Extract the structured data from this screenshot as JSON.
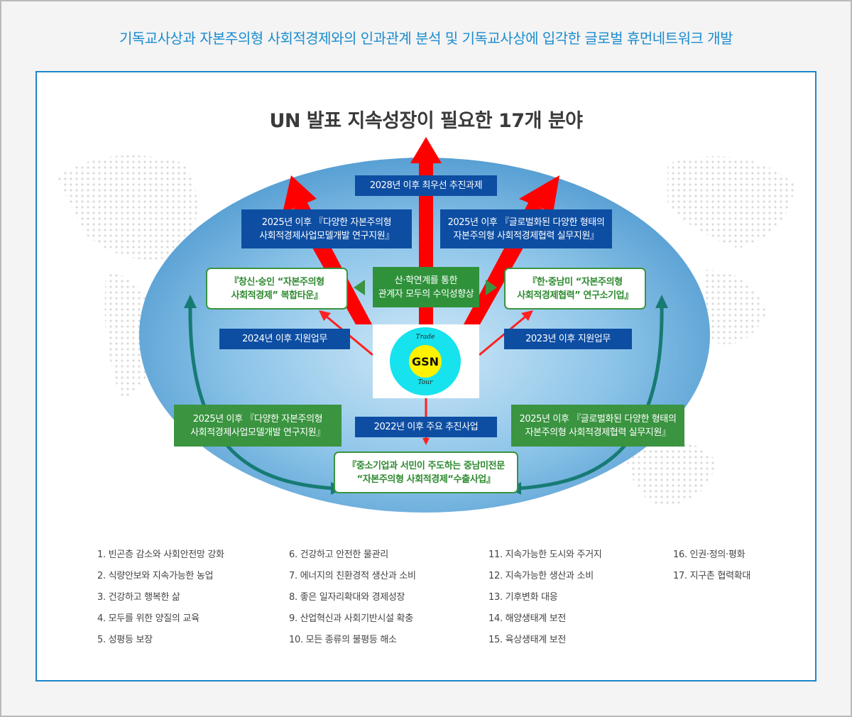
{
  "page_title": "기독교사상과 자본주의형 사회적경제와의 인과관계 분석 및 기독교사상에 입각한 글로벌 휴먼네트워크 개발",
  "diagram_title": "UN 발표 지속성장이 필요한 17개 분야",
  "colors": {
    "title_blue": "#1a8ccf",
    "box_blue": "#0d4ea3",
    "box_green": "#3a9440",
    "arrow_red": "#ff0000",
    "arrow_teal": "#177b73",
    "ellipse_light": "#a9d4ef",
    "ellipse_dark": "#4c97cf"
  },
  "boxes": {
    "top_priority": "2028년 이후 최우선 추진과제",
    "upper_left": "2025년 이후 『다양한 자본주의형\n사회적경제사업모델개발 연구지원』",
    "upper_right": "2025년 이후 『글로벌화된 다양한 형태의\n자본주의형 사회적경제협력 실무지원』",
    "town": "『창신·숭인 “자본주의형\n사회적경제” 복합타운』",
    "center": "산·학연계를 통한\n관계자 모두의 수익성향상",
    "lab": "『한·중남미 “자본주의형\n사회적경제협력” 연구소기업』",
    "support_2024": "2024년 이후  지원업무",
    "support_2023": "2023년 이후  지원업무",
    "lower_left": "2025년 이후 『다양한 자본주의형\n사회적경제사업모델개발 연구지원』",
    "main_2022": "2022년 이후 주요 추진사업",
    "lower_right": "2025년 이후 『글로벌화된 다양한 형태의\n자본주의형 사회적경제협력 실무지원』",
    "export": "『중소기업과 서민이 주도하는 중남미전문\n“자본주의형 사회적경제“수출사업』"
  },
  "logo": {
    "top": "Trade",
    "center": "GSN",
    "bottom": "Tour"
  },
  "goals": {
    "col1": [
      "1. 빈곤층 감소와 사회안전망 강화",
      "2. 식량안보와 지속가능한 농업",
      "3. 건강하고 행복한 삶",
      "4. 모두를 위한 양질의 교육",
      "5. 성평등 보장"
    ],
    "col2": [
      "6. 건강하고 안전한 물관리",
      "7. 에너지의 친환경적 생산과 소비",
      "8. 좋은 일자리확대와 경제성장",
      "9. 산업혁신과 사회기반시설 확충",
      "10. 모든 종류의 불평등 해소"
    ],
    "col3": [
      "11. 지속가능한 도시와 주거지",
      "12. 지속가능한 생산과 소비",
      "13. 기후변화 대응",
      "14. 해양생태계 보전",
      "15. 육상생태계 보전"
    ],
    "col4": [
      "16. 인권·정의·평화",
      "17. 지구촌 협력확대"
    ]
  }
}
